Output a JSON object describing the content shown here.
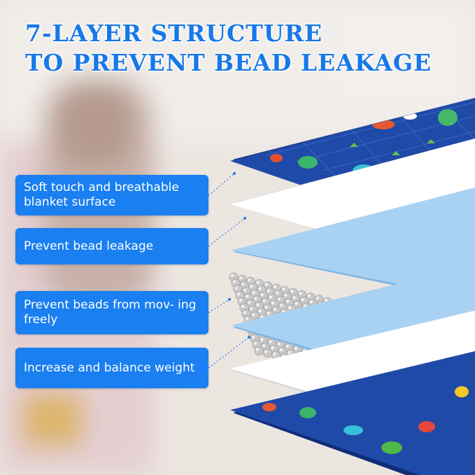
{
  "title": {
    "line1": "7-LAYER STRUCTURE",
    "line2": "TO PREVENT BEAD LEAKAGE"
  },
  "labels": [
    {
      "text": "Soft touch and breathable blanket surface"
    },
    {
      "text": "Prevent bead leakage"
    },
    {
      "text": "Prevent beads from mov- ing freely"
    },
    {
      "text": "Increase and balance weight"
    }
  ],
  "colors": {
    "accent": "#1778e8",
    "label_bg": "#1a7ff0",
    "print_bg": "#1f4aa8",
    "cool_layer": "#a9d2f2",
    "bead": "#c9c9c9"
  }
}
